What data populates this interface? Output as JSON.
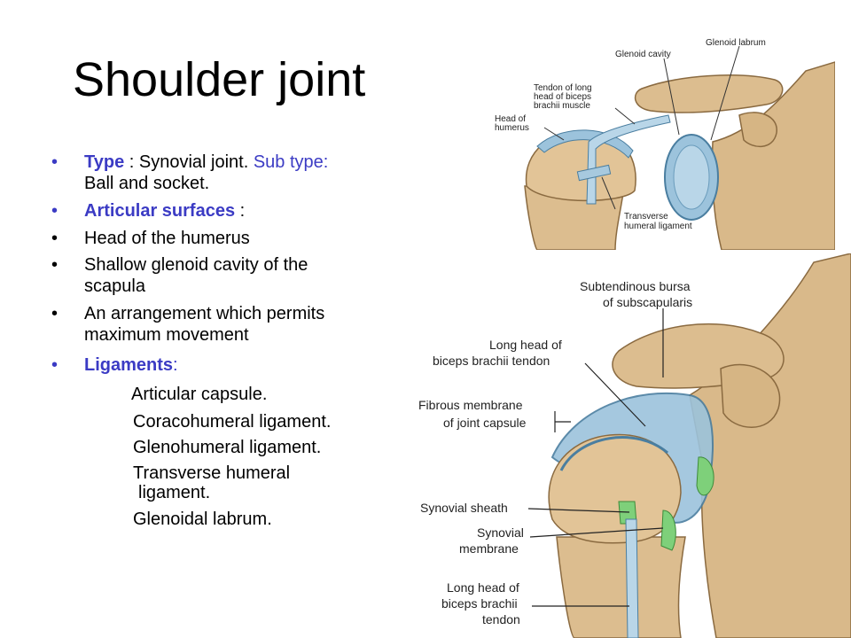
{
  "slide": {
    "title": "Shoulder joint",
    "type_label": "Type",
    "type_sep": " : ",
    "type_value": "Synovial joint. ",
    "subtype_label": "Sub type:",
    "subtype_value": "Ball and socket.",
    "articular_label": "Articular surfaces",
    "articular_sep": " :",
    "item_head": "Head of the humerus",
    "item_glenoid_line1": "Shallow glenoid cavity of the",
    "item_glenoid_line2": "scapula",
    "item_arrangement_line1": "An arrangement which permits",
    "item_arrangement_line2": "maximum movement",
    "ligaments_label": "Ligaments",
    "ligaments_sep": ":",
    "ligaments": [
      "Articular capsule.",
      "Coracohumeral ligament.",
      "Glenohumeral ligament.",
      "Transverse humeral",
      "ligament.",
      "Glenoidal labrum."
    ],
    "bullet_glyph": "•"
  },
  "figure_top": {
    "labels": {
      "glenoid_cavity": "Glenoid cavity",
      "glenoid_labrum": "Glenoid labrum",
      "tendon_1": "Tendon of long",
      "tendon_2": "head of biceps",
      "tendon_3": "brachii muscle",
      "head_1": "Head of",
      "head_2": "humerus",
      "transverse_1": "Transverse",
      "transverse_2": "humeral ligament"
    }
  },
  "figure_bottom": {
    "labels": {
      "bursa_1": "Subtendinous bursa",
      "bursa_2": "of subscapularis",
      "longhead_1": "Long head of",
      "longhead_2": "biceps brachii tendon",
      "fibrous_1": "Fibrous membrane",
      "fibrous_2": "of joint capsule",
      "synovial_sheath": "Synovial sheath",
      "synovial_membrane_1": "Synovial",
      "synovial_membrane_2": "membrane",
      "longhead_b_1": "Long head of",
      "longhead_b_2": "biceps brachii",
      "longhead_b_3": "tendon"
    }
  },
  "colors": {
    "accent": "#3b3bc4",
    "bone": "#d9b98a",
    "capsule": "#9cc3dc",
    "synovial": "#7ed07a"
  }
}
